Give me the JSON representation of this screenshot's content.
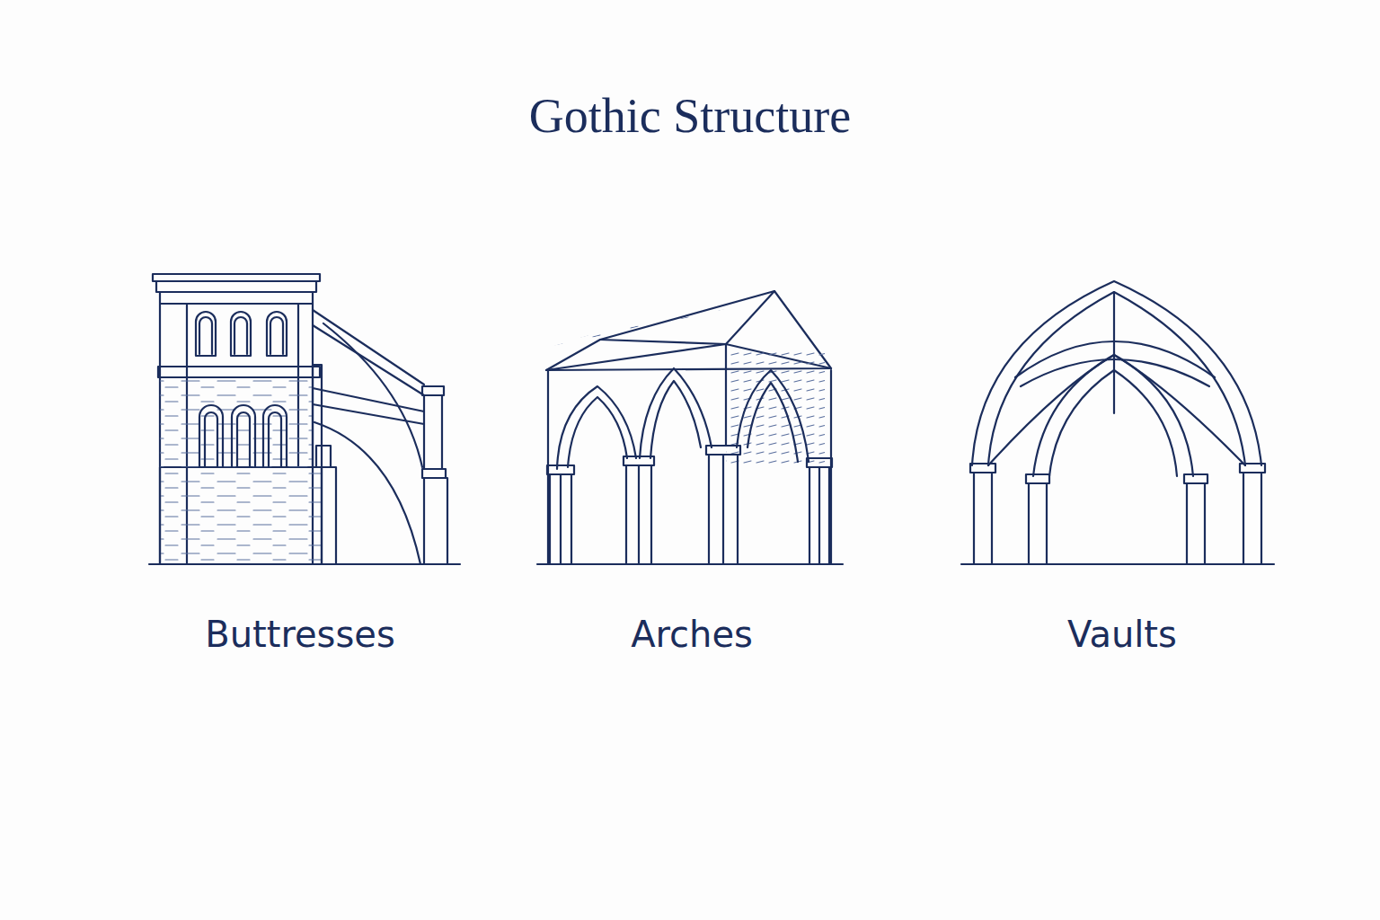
{
  "diagram": {
    "title": "Gothic Structure",
    "labels": [
      "Buttresses",
      "Arches",
      "Vaults"
    ]
  }
}
